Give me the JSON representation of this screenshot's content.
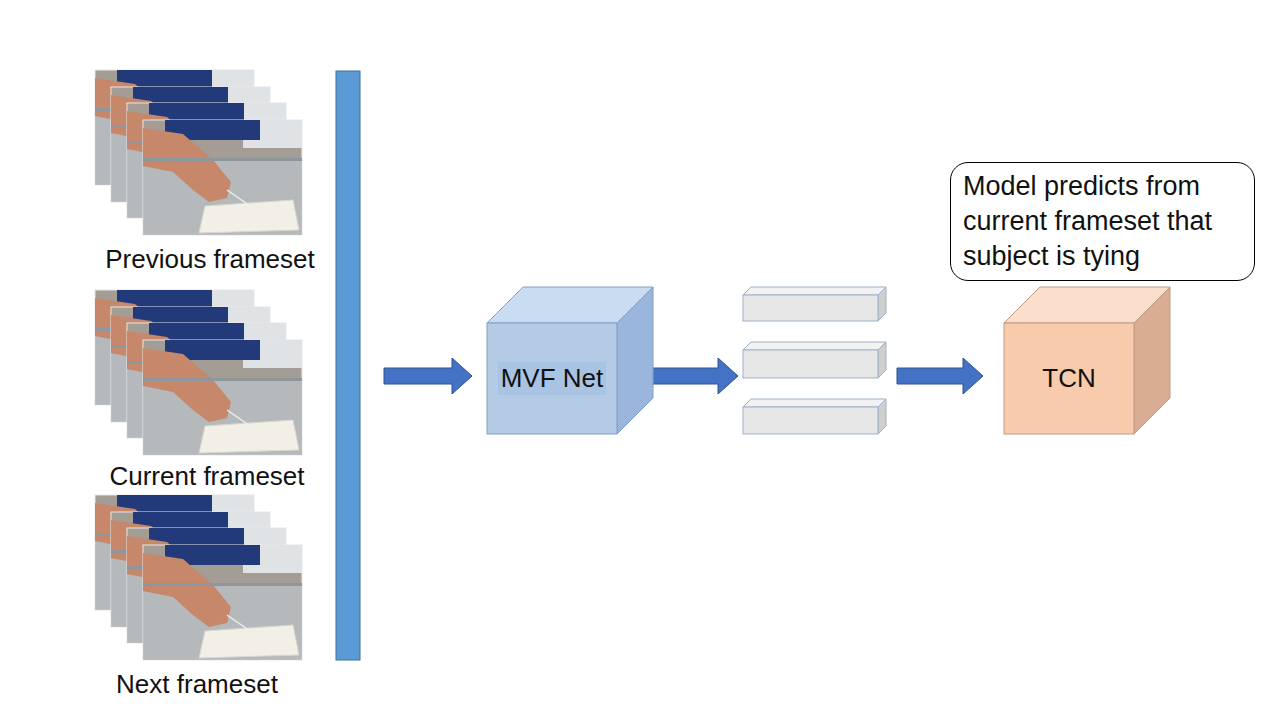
{
  "diagram": {
    "nodes": [
      {
        "text": [
          "MVF Net"
        ]
      },
      {
        "text": [
          "Model predicts from current frameset that subject is tying"
        ]
      },
      {
        "text": [
          "TCN"
        ]
      }
    ],
    "labels": [
      "Previous frameset",
      "Current frameset",
      "Next frameset"
    ]
  }
}
